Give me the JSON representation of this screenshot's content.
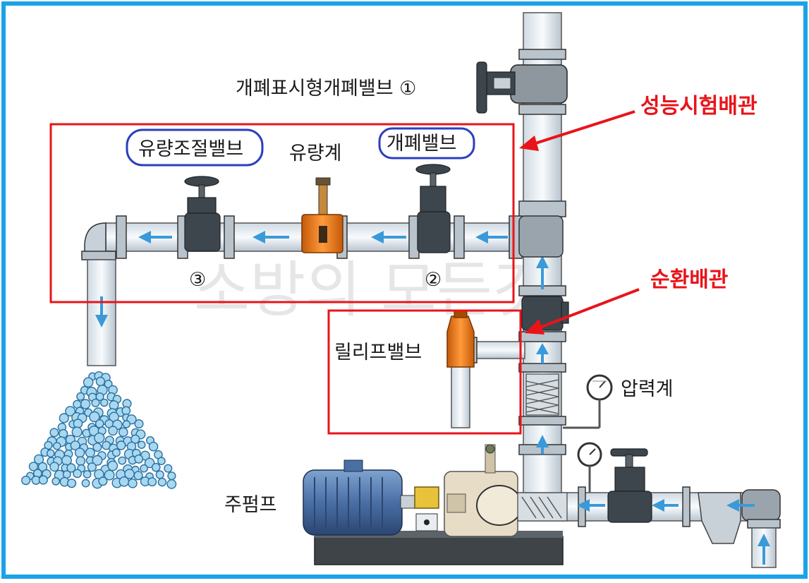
{
  "labels": {
    "open_close_indicator_valve": "개폐표시형개폐밸브 ①",
    "flow_control_valve": "유량조절밸브",
    "flow_meter": "유량계",
    "open_close_valve": "개폐밸브",
    "num3": "③",
    "num2": "②",
    "performance_test_pipe": "성능시험배관",
    "circulation_pipe": "순환배관",
    "relief_valve": "릴리프밸브",
    "pressure_gauge": "압력계",
    "main_pump": "주펌프",
    "watermark": "소방의 모든것"
  },
  "colors": {
    "frame": "#1aa3e8",
    "highlight_box": "#e8141a",
    "label_oval": "#2a3fbf",
    "flow_arrow": "#3a9ad9",
    "flow_meter_body": "#f07a1a",
    "relief_valve_body": "#f07a1a",
    "motor_body": "#4a6fa5"
  }
}
